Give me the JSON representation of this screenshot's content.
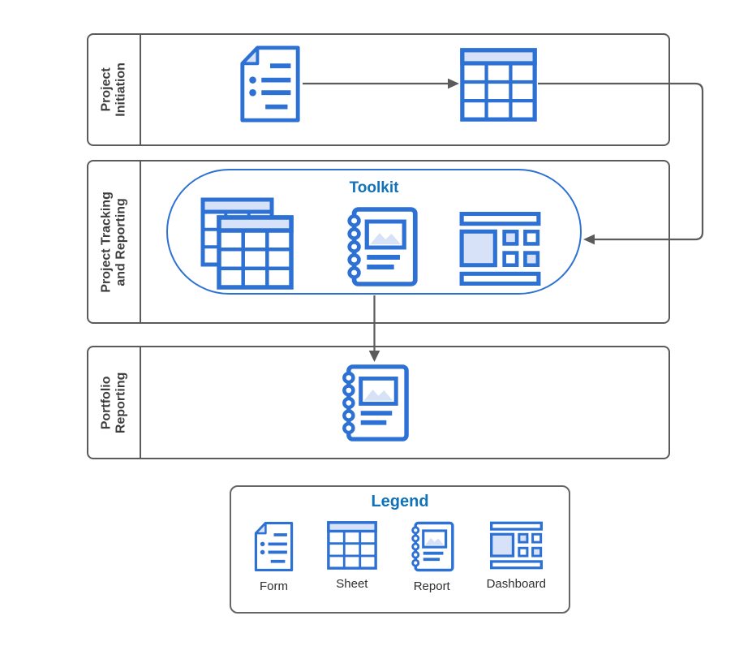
{
  "colors": {
    "icon_stroke": "#2d71d4",
    "icon_fill": "#d7e2f8",
    "title_blue": "#1072ba",
    "line_gray": "#5b5b5b",
    "lane_border": "#5b5b5b",
    "lane_label": "#3d3d3d",
    "legend_label": "#2f2f2f"
  },
  "lanes": [
    {
      "label": "Project\nInitiation"
    },
    {
      "label": "Project Tracking\nand Reporting"
    },
    {
      "label": "Portfolio\nReporting"
    }
  ],
  "toolkit": {
    "title": "Toolkit"
  },
  "nodes": {
    "lane1_form": "form-icon",
    "lane1_sheet": "sheet-icon",
    "toolkit_sheets": "sheets-stack-icon",
    "toolkit_report": "report-icon",
    "toolkit_dashboard": "dashboard-icon",
    "lane3_report": "report-icon"
  },
  "legend": {
    "title": "Legend",
    "items": [
      {
        "label": "Form",
        "icon": "form-icon"
      },
      {
        "label": "Sheet",
        "icon": "sheet-icon"
      },
      {
        "label": "Report",
        "icon": "report-icon"
      },
      {
        "label": "Dashboard",
        "icon": "dashboard-icon"
      }
    ]
  }
}
